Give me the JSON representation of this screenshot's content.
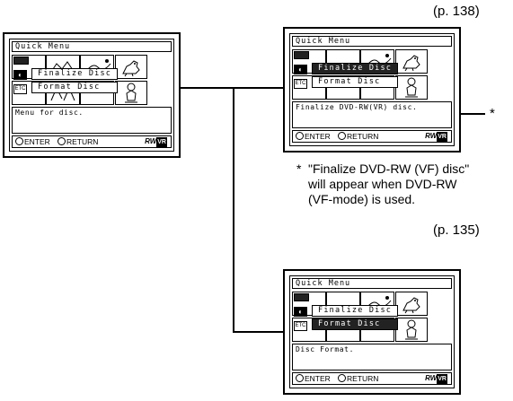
{
  "refs": {
    "top": "(p. 138)",
    "bottom": "(p. 135)"
  },
  "note": {
    "marker": "*",
    "star": "*",
    "lines": [
      "\"Finalize DVD-RW (VF) disc\"",
      "will appear when DVD-RW",
      "(VF-mode) is used."
    ]
  },
  "screens": {
    "left": {
      "title": "Quick Menu",
      "item1": "Finalize Disc",
      "item2": "Format Disc",
      "msg": "Menu for disc.",
      "enter": "ENTER",
      "ret": "RETURN",
      "badge_pre": "RW",
      "badge_box": "VR"
    },
    "top": {
      "title": "Quick Menu",
      "item1": "Finalize Disc",
      "item2": "Format Disc",
      "msg": "Finalize DVD-RW(VR) disc.",
      "enter": "ENTER",
      "ret": "RETURN",
      "badge_pre": "RW",
      "badge_box": "VR"
    },
    "bottom": {
      "title": "Quick Menu",
      "item1": "Finalize Disc",
      "item2": "Format Disc",
      "msg": "Disc Format.",
      "enter": "ENTER",
      "ret": "RETURN",
      "badge_pre": "RW",
      "badge_box": "VR"
    }
  },
  "icons": {
    "disc": "disc-icon",
    "etc": "ETC"
  }
}
